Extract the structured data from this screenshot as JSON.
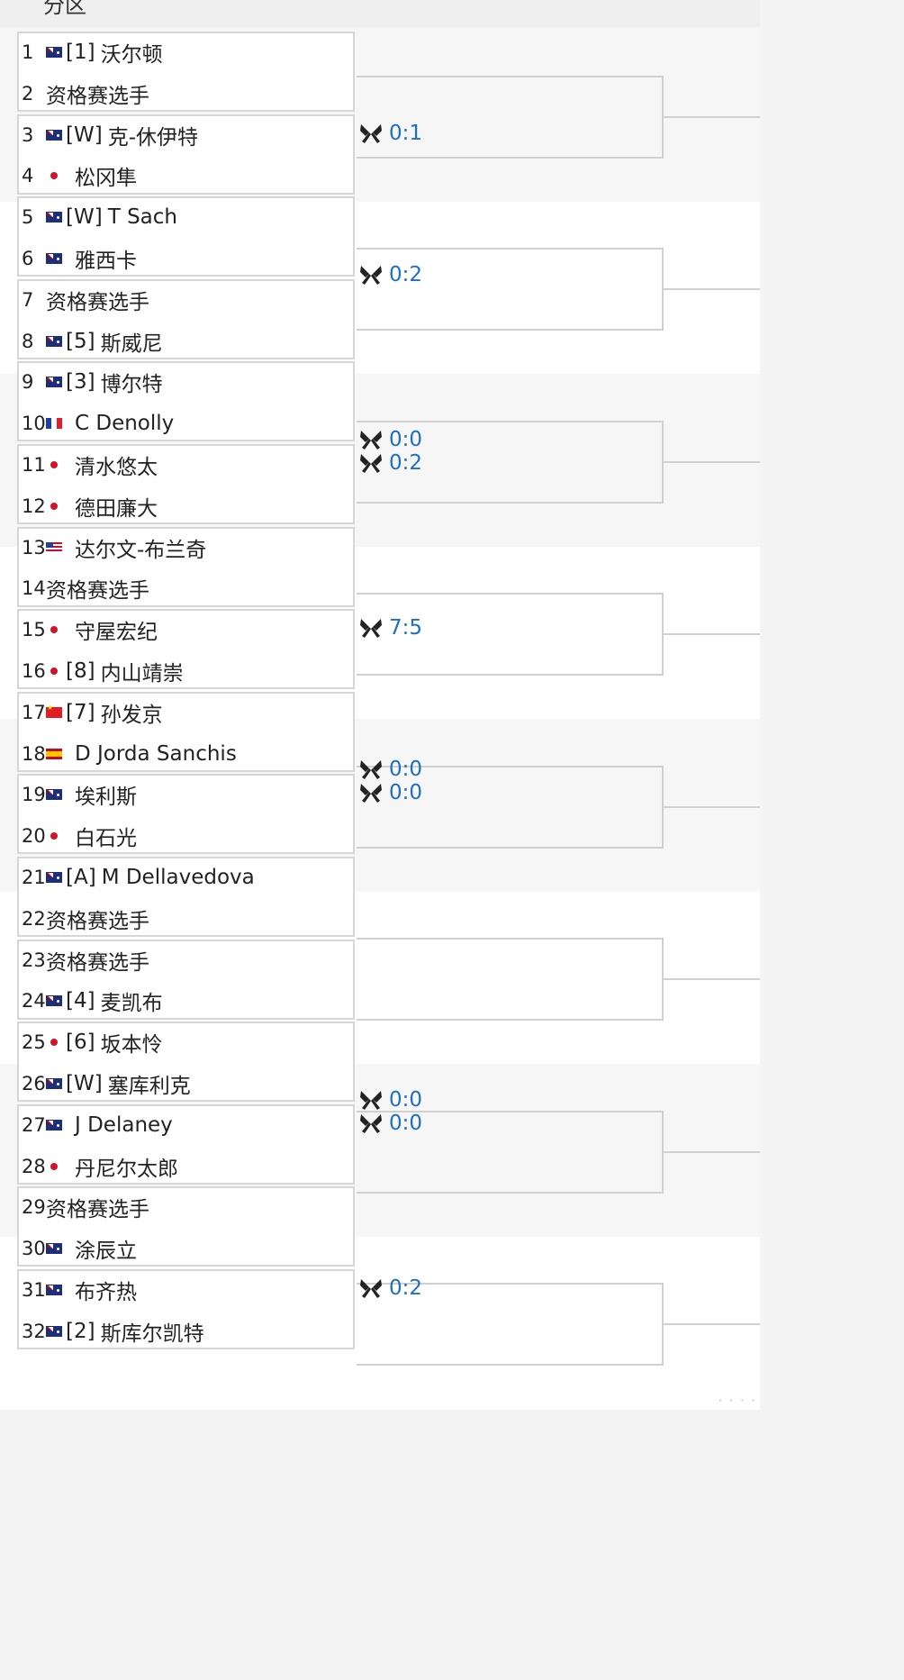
{
  "header": {
    "title": "分区"
  },
  "players": [
    {
      "num": "1",
      "flag": "au",
      "seed": "[1]",
      "name": "沃尔顿"
    },
    {
      "num": "2",
      "flag": "none",
      "seed": "",
      "name": "资格赛选手"
    },
    {
      "num": "3",
      "flag": "au",
      "seed": "[W]",
      "name": "克-休伊特"
    },
    {
      "num": "4",
      "flag": "jp",
      "seed": "",
      "name": "松冈隼"
    },
    {
      "num": "5",
      "flag": "au",
      "seed": "[W]",
      "name": "T Sach"
    },
    {
      "num": "6",
      "flag": "au",
      "seed": "",
      "name": "雅西卡"
    },
    {
      "num": "7",
      "flag": "none",
      "seed": "",
      "name": "资格赛选手"
    },
    {
      "num": "8",
      "flag": "au",
      "seed": "[5]",
      "name": "斯威尼"
    },
    {
      "num": "9",
      "flag": "au",
      "seed": "[3]",
      "name": "博尔特"
    },
    {
      "num": "10",
      "flag": "fr",
      "seed": "",
      "name": "C Denolly"
    },
    {
      "num": "11",
      "flag": "jp",
      "seed": "",
      "name": "清水悠太"
    },
    {
      "num": "12",
      "flag": "jp",
      "seed": "",
      "name": "德田廉大"
    },
    {
      "num": "13",
      "flag": "us",
      "seed": "",
      "name": "达尔文-布兰奇"
    },
    {
      "num": "14",
      "flag": "none",
      "seed": "",
      "name": "资格赛选手"
    },
    {
      "num": "15",
      "flag": "jp",
      "seed": "",
      "name": "守屋宏纪"
    },
    {
      "num": "16",
      "flag": "jp",
      "seed": "[8]",
      "name": "内山靖崇"
    },
    {
      "num": "17",
      "flag": "cn",
      "seed": "[7]",
      "name": "孙发京"
    },
    {
      "num": "18",
      "flag": "es",
      "seed": "",
      "name": "D Jorda Sanchis"
    },
    {
      "num": "19",
      "flag": "au",
      "seed": "",
      "name": "埃利斯"
    },
    {
      "num": "20",
      "flag": "jp",
      "seed": "",
      "name": "白石光"
    },
    {
      "num": "21",
      "flag": "au",
      "seed": "[A]",
      "name": "M Dellavedova"
    },
    {
      "num": "22",
      "flag": "none",
      "seed": "",
      "name": "资格赛选手"
    },
    {
      "num": "23",
      "flag": "none",
      "seed": "",
      "name": "资格赛选手"
    },
    {
      "num": "24",
      "flag": "au",
      "seed": "[4]",
      "name": "麦凯布"
    },
    {
      "num": "25",
      "flag": "jp",
      "seed": "[6]",
      "name": "坂本怜"
    },
    {
      "num": "26",
      "flag": "au",
      "seed": "[W]",
      "name": "塞库利克"
    },
    {
      "num": "27",
      "flag": "au",
      "seed": "",
      "name": "J Delaney"
    },
    {
      "num": "28",
      "flag": "jp",
      "seed": "",
      "name": "丹尼尔太郎"
    },
    {
      "num": "29",
      "flag": "none",
      "seed": "",
      "name": "资格赛选手"
    },
    {
      "num": "30",
      "flag": "au",
      "seed": "",
      "name": "涂辰立"
    },
    {
      "num": "31",
      "flag": "au",
      "seed": "",
      "name": "布齐热"
    },
    {
      "num": "32",
      "flag": "au",
      "seed": "[2]",
      "name": "斯库尔凯特"
    }
  ],
  "scores": [
    {
      "match": 2,
      "value": "0:1"
    },
    {
      "match": 3,
      "value": "0:2"
    },
    {
      "match": 5,
      "value": "0:0"
    },
    {
      "match": 6,
      "value": "0:2"
    },
    {
      "match": 8,
      "value": "7:5"
    },
    {
      "match": 9,
      "value": "0:0"
    },
    {
      "match": 10,
      "value": "0:0"
    },
    {
      "match": 13,
      "value": "0:0"
    },
    {
      "match": 14,
      "value": "0:0"
    },
    {
      "match": 16,
      "value": "0:2"
    }
  ],
  "colors": {
    "score": "#1d6fc2",
    "bracket_line": "#d0d0d0",
    "match_border": "#d6d6d6"
  },
  "icons": {
    "score_icon": "crossed-rackets-icon"
  }
}
